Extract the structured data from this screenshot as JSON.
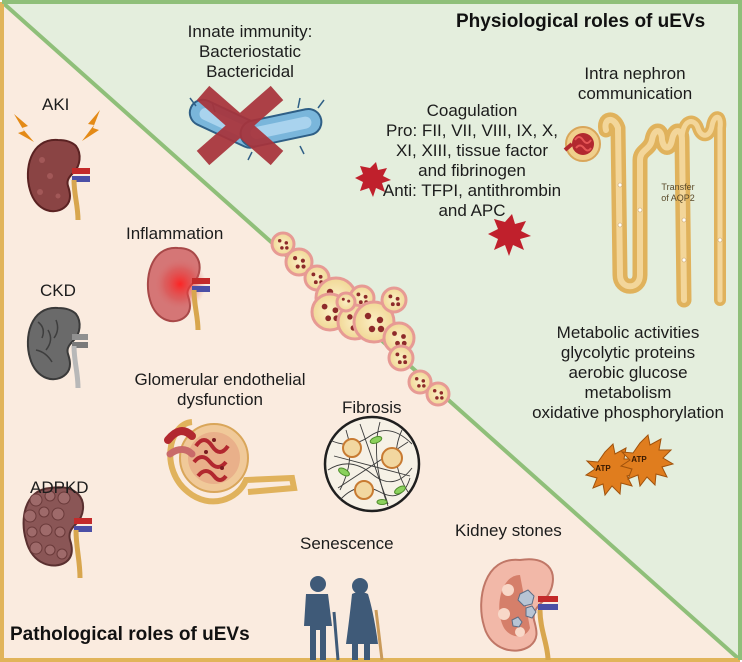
{
  "physiological_title": "Physiological roles of uEVs",
  "pathological_title": "Pathological roles of uEVs",
  "innate": [
    "Innate immunity:",
    "Bacteriostatic",
    "Bactericidal"
  ],
  "coagulation": [
    "Coagulation",
    "Pro: FII, VII, VIII, IX, X,",
    "XI, XIII, tissue factor",
    "and fibrinogen",
    "Anti: TFPI, antithrombin",
    "and APC"
  ],
  "intra": [
    "Intra nephron",
    "communication"
  ],
  "transfer": [
    "Transfer",
    "of AQP2"
  ],
  "metabolic": [
    "Metabolic activities",
    "glycolytic proteins",
    "aerobic glucose",
    "metabolism",
    "oxidative phosphorylation"
  ],
  "atp": "ATP",
  "aki": "AKI",
  "ckd": "CKD",
  "adpkd": "ADPKD",
  "inflammation": "Inflammation",
  "glomerular": [
    "Glomerular endothelial",
    "dysfunction"
  ],
  "fibrosis": "Fibrosis",
  "senescence": "Senescence",
  "stones": "Kidney stones",
  "colors": {
    "physiological_bg": "#e4eedd",
    "pathological_bg": "#faebdf",
    "border": "#e1b45a",
    "divider": "#8fbf79",
    "kidney": "#8a3b3b",
    "vesicle": "#f5e1a6",
    "vesicle_ring": "#e79a94"
  }
}
